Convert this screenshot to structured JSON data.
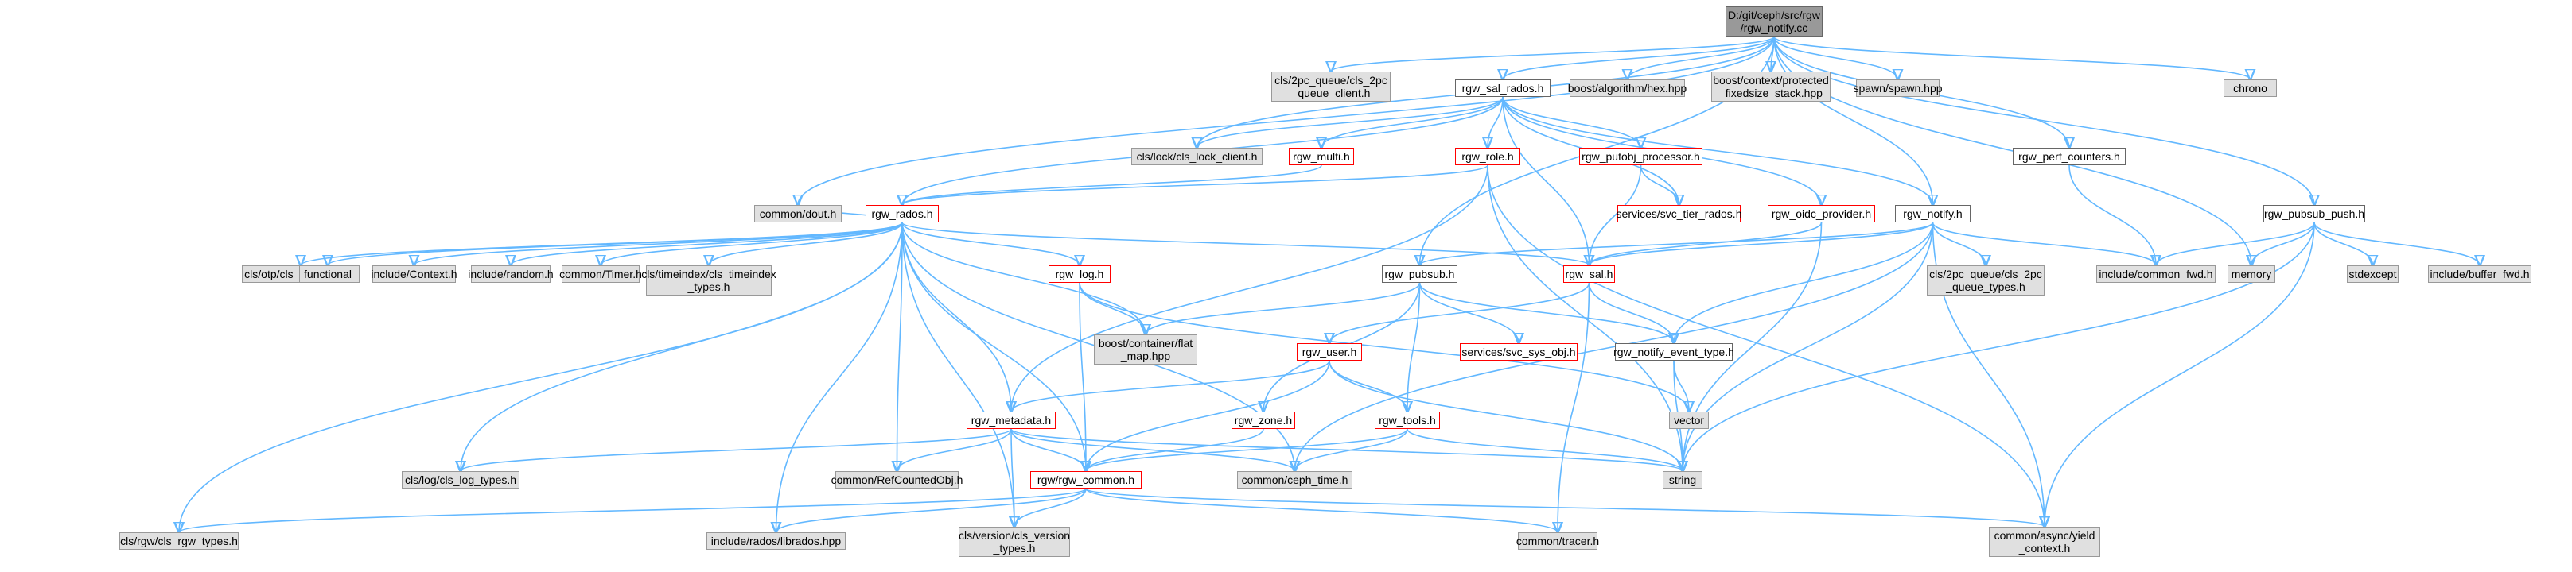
{
  "graph": {
    "edge_color": "#63b8ff",
    "nodes": [
      {
        "id": "root",
        "label": "D:/git/ceph/src/rgw\n/rgw_notify.cc",
        "style": "root"
      },
      {
        "id": "cls2pc_client",
        "label": "cls/2pc_queue/cls_2pc\n_queue_client.h",
        "style": "sys"
      },
      {
        "id": "sal_rados",
        "label": "rgw_sal_rados.h",
        "style": "std"
      },
      {
        "id": "boost_hex",
        "label": "boost/algorithm/hex.hpp",
        "style": "sys"
      },
      {
        "id": "boost_stack",
        "label": "boost/context/protected\n_fixedsize_stack.hpp",
        "style": "sys"
      },
      {
        "id": "spawn",
        "label": "spawn/spawn.hpp",
        "style": "sys"
      },
      {
        "id": "chrono",
        "label": "chrono",
        "style": "sys"
      },
      {
        "id": "cls_lock",
        "label": "cls/lock/cls_lock_client.h",
        "style": "sys"
      },
      {
        "id": "rgw_multi",
        "label": "rgw_multi.h",
        "style": "red"
      },
      {
        "id": "rgw_role",
        "label": "rgw_role.h",
        "style": "red"
      },
      {
        "id": "putobj",
        "label": "rgw_putobj_processor.h",
        "style": "red"
      },
      {
        "id": "perf",
        "label": "rgw_perf_counters.h",
        "style": "std"
      },
      {
        "id": "dout",
        "label": "common/dout.h",
        "style": "sys"
      },
      {
        "id": "rgw_rados",
        "label": "rgw_rados.h",
        "style": "red"
      },
      {
        "id": "svc_tier",
        "label": "services/svc_tier_rados.h",
        "style": "red"
      },
      {
        "id": "oidc",
        "label": "rgw_oidc_provider.h",
        "style": "red"
      },
      {
        "id": "rgw_notify_h",
        "label": "rgw_notify.h",
        "style": "std"
      },
      {
        "id": "pubsub_push",
        "label": "rgw_pubsub_push.h",
        "style": "std"
      },
      {
        "id": "cls_otp",
        "label": "cls/otp/cls_otp_types.h",
        "style": "sys"
      },
      {
        "id": "functional",
        "label": "functional",
        "style": "sys"
      },
      {
        "id": "context",
        "label": "include/Context.h",
        "style": "sys"
      },
      {
        "id": "random",
        "label": "include/random.h",
        "style": "sys"
      },
      {
        "id": "timer",
        "label": "common/Timer.h",
        "style": "sys"
      },
      {
        "id": "cls_timeindex",
        "label": "cls/timeindex/cls_timeindex\n_types.h",
        "style": "sys"
      },
      {
        "id": "rgw_log",
        "label": "rgw_log.h",
        "style": "red"
      },
      {
        "id": "pubsub",
        "label": "rgw_pubsub.h",
        "style": "std"
      },
      {
        "id": "rgw_sal",
        "label": "rgw_sal.h",
        "style": "red"
      },
      {
        "id": "cls2pc_types",
        "label": "cls/2pc_queue/cls_2pc\n_queue_types.h",
        "style": "sys"
      },
      {
        "id": "common_fwd",
        "label": "include/common_fwd.h",
        "style": "sys"
      },
      {
        "id": "memory",
        "label": "memory",
        "style": "sys"
      },
      {
        "id": "stdexcept",
        "label": "stdexcept",
        "style": "sys"
      },
      {
        "id": "buffer_fwd",
        "label": "include/buffer_fwd.h",
        "style": "sys"
      },
      {
        "id": "flat_map",
        "label": "boost/container/flat\n_map.hpp",
        "style": "sys"
      },
      {
        "id": "svc_sys_obj",
        "label": "services/svc_sys_obj.h",
        "style": "red"
      },
      {
        "id": "rgw_user",
        "label": "rgw_user.h",
        "style": "red"
      },
      {
        "id": "event_type",
        "label": "rgw_notify_event_type.h",
        "style": "std"
      },
      {
        "id": "vector",
        "label": "vector",
        "style": "sys"
      },
      {
        "id": "rgw_zone",
        "label": "rgw_zone.h",
        "style": "red"
      },
      {
        "id": "rgw_tools",
        "label": "rgw_tools.h",
        "style": "red"
      },
      {
        "id": "rgw_metadata",
        "label": "rgw_metadata.h",
        "style": "red"
      },
      {
        "id": "cls_log",
        "label": "cls/log/cls_log_types.h",
        "style": "sys"
      },
      {
        "id": "refcounted",
        "label": "common/RefCountedObj.h",
        "style": "sys"
      },
      {
        "id": "rgw_common",
        "label": "rgw/rgw_common.h",
        "style": "red"
      },
      {
        "id": "ceph_time",
        "label": "common/ceph_time.h",
        "style": "sys"
      },
      {
        "id": "string",
        "label": "string",
        "style": "sys"
      },
      {
        "id": "cls_rgw",
        "label": "cls/rgw/cls_rgw_types.h",
        "style": "sys"
      },
      {
        "id": "librados",
        "label": "include/rados/librados.hpp",
        "style": "sys"
      },
      {
        "id": "cls_version",
        "label": "cls/version/cls_version\n_types.h",
        "style": "sys"
      },
      {
        "id": "tracer",
        "label": "common/tracer.h",
        "style": "sys"
      },
      {
        "id": "yield",
        "label": "common/async/yield\n_context.h",
        "style": "sys"
      }
    ],
    "edges": [
      [
        "root",
        "cls2pc_client"
      ],
      [
        "root",
        "sal_rados"
      ],
      [
        "root",
        "boost_hex"
      ],
      [
        "root",
        "boost_stack"
      ],
      [
        "root",
        "spawn"
      ],
      [
        "root",
        "chrono"
      ],
      [
        "root",
        "cls_lock"
      ],
      [
        "root",
        "dout"
      ],
      [
        "root",
        "perf"
      ],
      [
        "root",
        "pubsub_push"
      ],
      [
        "root",
        "rgw_notify_h"
      ],
      [
        "root",
        "pubsub"
      ],
      [
        "root",
        "memory"
      ],
      [
        "sal_rados",
        "cls_lock"
      ],
      [
        "sal_rados",
        "rgw_multi"
      ],
      [
        "sal_rados",
        "rgw_role"
      ],
      [
        "sal_rados",
        "putobj"
      ],
      [
        "sal_rados",
        "rgw_rados"
      ],
      [
        "sal_rados",
        "svc_tier"
      ],
      [
        "sal_rados",
        "oidc"
      ],
      [
        "sal_rados",
        "rgw_sal"
      ],
      [
        "sal_rados",
        "rgw_notify_h"
      ],
      [
        "rgw_multi",
        "rgw_rados"
      ],
      [
        "rgw_role",
        "rgw_rados"
      ],
      [
        "rgw_role",
        "rgw_metadata"
      ],
      [
        "rgw_role",
        "string"
      ],
      [
        "rgw_role",
        "yield"
      ],
      [
        "putobj",
        "svc_tier"
      ],
      [
        "putobj",
        "rgw_sal"
      ],
      [
        "oidc",
        "rgw_sal"
      ],
      [
        "oidc",
        "string"
      ],
      [
        "perf",
        "common_fwd"
      ],
      [
        "rgw_rados",
        "cls_otp"
      ],
      [
        "rgw_rados",
        "functional"
      ],
      [
        "rgw_rados",
        "context"
      ],
      [
        "rgw_rados",
        "random"
      ],
      [
        "rgw_rados",
        "timer"
      ],
      [
        "rgw_rados",
        "cls_timeindex"
      ],
      [
        "rgw_rados",
        "rgw_log"
      ],
      [
        "rgw_rados",
        "flat_map"
      ],
      [
        "rgw_rados",
        "rgw_sal"
      ],
      [
        "rgw_rados",
        "rgw_metadata"
      ],
      [
        "rgw_rados",
        "cls_log"
      ],
      [
        "rgw_rados",
        "refcounted"
      ],
      [
        "rgw_rados",
        "rgw_common"
      ],
      [
        "rgw_rados",
        "ceph_time"
      ],
      [
        "rgw_rados",
        "cls_rgw"
      ],
      [
        "rgw_rados",
        "librados"
      ],
      [
        "rgw_rados",
        "cls_version"
      ],
      [
        "rgw_rados",
        "dout"
      ],
      [
        "rgw_log",
        "flat_map"
      ],
      [
        "rgw_log",
        "rgw_common"
      ],
      [
        "rgw_log",
        "vector"
      ],
      [
        "rgw_notify_h",
        "pubsub"
      ],
      [
        "rgw_notify_h",
        "rgw_sal"
      ],
      [
        "rgw_notify_h",
        "cls2pc_types"
      ],
      [
        "rgw_notify_h",
        "common_fwd"
      ],
      [
        "rgw_notify_h",
        "event_type"
      ],
      [
        "rgw_notify_h",
        "string"
      ],
      [
        "rgw_notify_h",
        "ceph_time"
      ],
      [
        "rgw_notify_h",
        "yield"
      ],
      [
        "pubsub_push",
        "common_fwd"
      ],
      [
        "pubsub_push",
        "memory"
      ],
      [
        "pubsub_push",
        "stdexcept"
      ],
      [
        "pubsub_push",
        "buffer_fwd"
      ],
      [
        "pubsub_push",
        "string"
      ],
      [
        "pubsub_push",
        "yield"
      ],
      [
        "pubsub",
        "flat_map"
      ],
      [
        "pubsub",
        "svc_sys_obj"
      ],
      [
        "pubsub",
        "event_type"
      ],
      [
        "pubsub",
        "rgw_zone"
      ],
      [
        "pubsub",
        "rgw_tools"
      ],
      [
        "rgw_sal",
        "rgw_user"
      ],
      [
        "rgw_sal",
        "event_type"
      ],
      [
        "rgw_sal",
        "tracer"
      ],
      [
        "rgw_user",
        "rgw_metadata"
      ],
      [
        "rgw_user",
        "rgw_tools"
      ],
      [
        "rgw_user",
        "rgw_common"
      ],
      [
        "rgw_user",
        "string"
      ],
      [
        "event_type",
        "vector"
      ],
      [
        "event_type",
        "string"
      ],
      [
        "rgw_zone",
        "rgw_common"
      ],
      [
        "rgw_tools",
        "rgw_common"
      ],
      [
        "rgw_tools",
        "ceph_time"
      ],
      [
        "rgw_tools",
        "string"
      ],
      [
        "rgw_metadata",
        "cls_log"
      ],
      [
        "rgw_metadata",
        "refcounted"
      ],
      [
        "rgw_metadata",
        "rgw_common"
      ],
      [
        "rgw_metadata",
        "ceph_time"
      ],
      [
        "rgw_metadata",
        "string"
      ],
      [
        "rgw_metadata",
        "cls_version"
      ],
      [
        "rgw_common",
        "cls_rgw"
      ],
      [
        "rgw_common",
        "librados"
      ],
      [
        "rgw_common",
        "cls_version"
      ],
      [
        "rgw_common",
        "tracer"
      ],
      [
        "rgw_common",
        "yield"
      ]
    ]
  }
}
